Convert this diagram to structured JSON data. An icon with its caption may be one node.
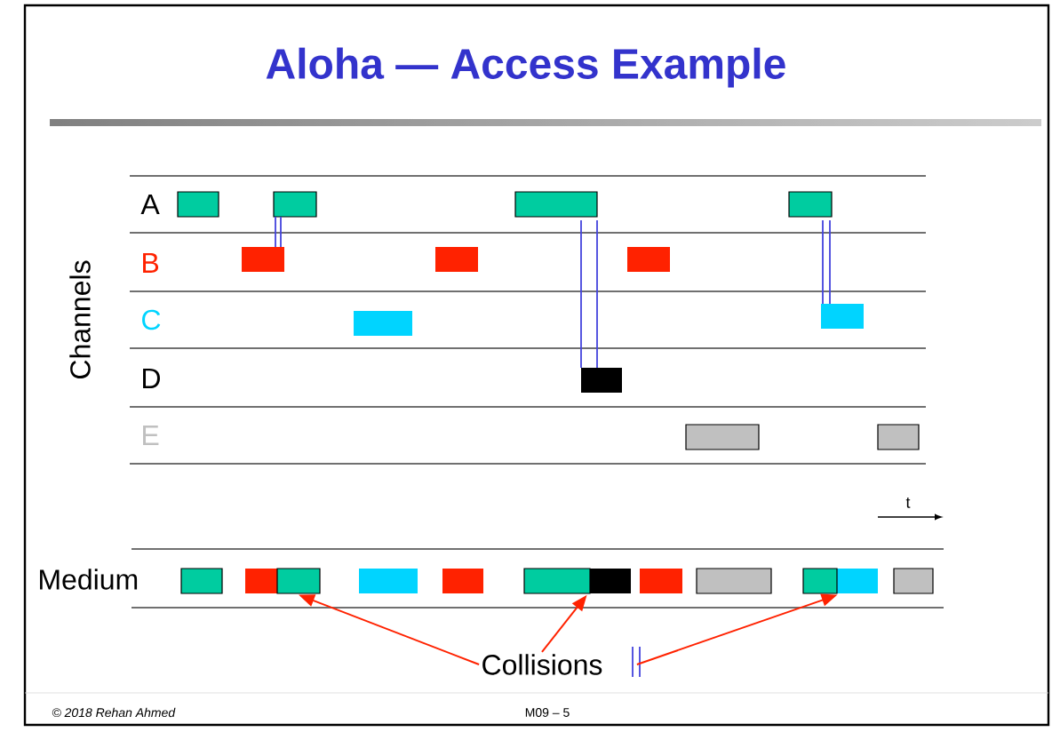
{
  "diagram": {
    "title": "Aloha — Access Example",
    "nodes": [
      {
        "text": [
          "Collisions"
        ]
      },
      {
        "text": [],
        "shape": "box"
      },
      {
        "text": [],
        "shape": "box"
      },
      {
        "text": [],
        "shape": "box"
      }
    ],
    "edges": [
      {
        "from": 0,
        "to": 1,
        "arrow": "to"
      },
      {
        "from": 0,
        "to": 2,
        "arrow": "to"
      },
      {
        "from": 0,
        "to": 3,
        "arrow": "to"
      }
    ],
    "labels": [
      "A",
      "B",
      "C",
      "D",
      "E",
      "Channels",
      "t",
      "Medium",
      "© 2018 Rehan Ahmed",
      "M09 – 5"
    ]
  }
}
